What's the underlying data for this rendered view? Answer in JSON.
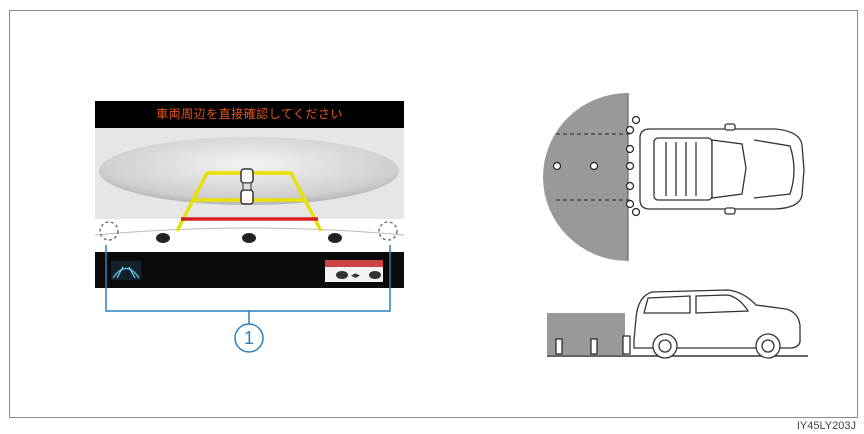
{
  "camera_screen": {
    "warning_text": "車両周辺を直接確認してください"
  },
  "callout": {
    "number": "1"
  },
  "figure_code": "IY45LY203J",
  "colors": {
    "warning_text": "#e8561c",
    "guide_yellow": "#e8e000",
    "guide_red": "#d62020",
    "callout_blue": "#2a7fc0",
    "sensor_area": "#999999"
  },
  "icons": [
    "sensor-dashed-circle-icon",
    "parking-guide-icon",
    "sensor-display-icon",
    "suv-top-view",
    "suv-side-view"
  ]
}
